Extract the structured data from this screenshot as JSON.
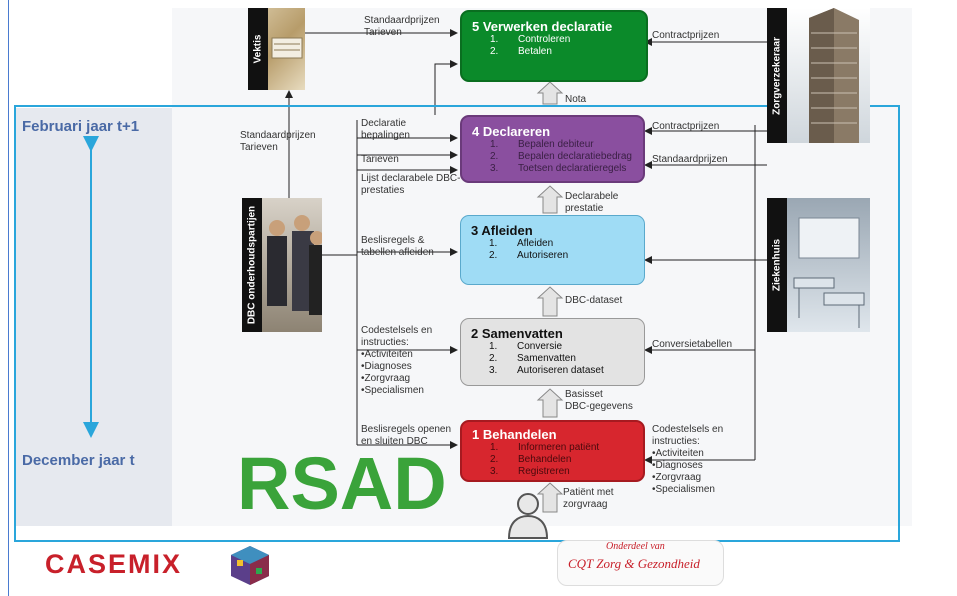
{
  "time_labels": {
    "top": "Februari jaar t+1",
    "bottom": "December jaar t"
  },
  "boxes": {
    "b5": {
      "title": "5 Verwerken declaratie",
      "items": [
        {
          "n": "1.",
          "t": "Controleren"
        },
        {
          "n": "2.",
          "t": "Betalen"
        }
      ],
      "color": "#0b8a2a"
    },
    "b4": {
      "title": "4 Declareren",
      "items": [
        {
          "n": "1.",
          "t": "Bepalen debiteur"
        },
        {
          "n": "2.",
          "t": "Bepalen declaratiebedrag"
        },
        {
          "n": "3.",
          "t": "Toetsen declaratieregels"
        }
      ],
      "color": "#8a4f9f"
    },
    "b3": {
      "title": "3 Afleiden",
      "items": [
        {
          "n": "1.",
          "t": "Afleiden"
        },
        {
          "n": "2.",
          "t": "Autoriseren"
        }
      ],
      "color": "#9fdcf5"
    },
    "b2": {
      "title": "2 Samenvatten",
      "items": [
        {
          "n": "1.",
          "t": "Conversie"
        },
        {
          "n": "2.",
          "t": "Samenvatten"
        },
        {
          "n": "3.",
          "t": "Autoriseren dataset"
        }
      ],
      "color": "#e3e3e3"
    },
    "b1": {
      "title": "1 Behandelen",
      "items": [
        {
          "n": "1.",
          "t": "Informeren patiënt"
        },
        {
          "n": "2.",
          "t": "Behandelen"
        },
        {
          "n": "3.",
          "t": "Registreren"
        }
      ],
      "color": "#d7262e"
    }
  },
  "actors": {
    "vektis": "Vektis",
    "zorgverzekeraar": "Zorgverzekeraar",
    "dbc": "DBC onderhoudspartijen",
    "ziekenhuis": "Ziekenhuis"
  },
  "labels": {
    "vektis_to_b5": [
      "Standaardprijzen",
      "Tarieven"
    ],
    "zv_to_b5": [
      "Contractprijzen"
    ],
    "nota": [
      "Nota"
    ],
    "dbc_to_vektis": [
      "Standaardprijzen",
      "Tarieven"
    ],
    "decl_bepalingen": [
      "Declaratie",
      "bepalingen"
    ],
    "tarieven": [
      "Tarieven"
    ],
    "lijst": [
      "Lijst declarabele DBC-",
      "prestaties"
    ],
    "zv_contractprijzen": [
      "Contractprijzen"
    ],
    "zv_standaardprijzen": [
      "Standaardprijzen"
    ],
    "declarabele_prestatie": [
      "Declarabele",
      "prestatie"
    ],
    "beslisregels": [
      "Beslisregels &",
      "tabellen afleiden"
    ],
    "dbc_dataset": [
      "DBC-dataset"
    ],
    "codestelsels_left": [
      "Codestelsels en",
      "instructies:",
      "•Activiteiten",
      "•Diagnoses",
      "•Zorgvraag",
      "•Specialismen"
    ],
    "conversietabellen": [
      "Conversietabellen"
    ],
    "basisset": [
      "Basisset",
      "DBC-gegevens"
    ],
    "beslisregels_openen": [
      "Beslisregels openen",
      "en sluiten DBC"
    ],
    "codestelsels_right": [
      "Codestelsels en",
      "instructies:",
      "•Activiteiten",
      "•Diagnoses",
      "•Zorgvraag",
      "•Specialismen"
    ],
    "patient": [
      "Patiënt met",
      "zorgvraag"
    ]
  },
  "logos": {
    "rsad": "RSAD",
    "casemix": "CASEMIX",
    "cqt_top": "Onderdeel van",
    "cqt": "CQT Zorg & Gezondheid"
  },
  "colors": {
    "accent_blue": "#2aa6db",
    "time_text": "#4a6aa6",
    "rsad_green": "#3aa33a"
  }
}
